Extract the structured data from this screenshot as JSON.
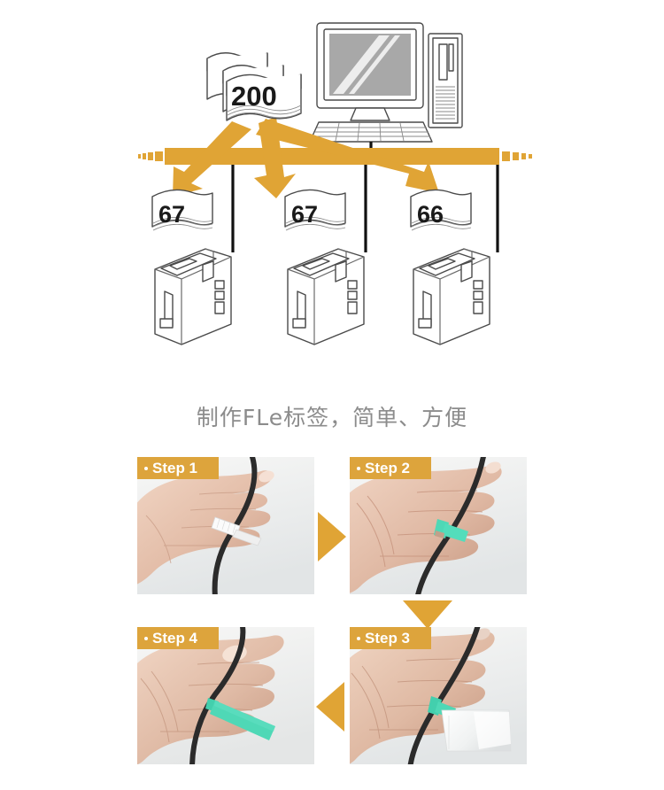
{
  "diagram": {
    "name": "print-job-distribution-diagram",
    "source_stack_label": "200",
    "printer_stacks": [
      "67",
      "67",
      "66"
    ],
    "computer_icon": "desktop-computer-icon",
    "bus_color": "#e0a435",
    "line_color": "#1a1a1a",
    "outline_color": "#4a4a4a",
    "screen_color": "#a8a8a8",
    "arrow_count": 3,
    "printer_count": 3
  },
  "caption": {
    "text": "制作FLe标签，简单、方便",
    "color": "#8c8c8c"
  },
  "steps": {
    "badge_color": "#dda43c",
    "label_color": "#ffffff",
    "tag_teal": "#4fd8b6",
    "tag_white": "#f2f2f2",
    "cable_color": "#2b2b2b",
    "items": [
      {
        "id": "step-1",
        "label": "Step 1",
        "tag_state": "white-flag-wrapped"
      },
      {
        "id": "step-2",
        "label": "Step 2",
        "tag_state": "teal-flag-wrapped"
      },
      {
        "id": "step-3",
        "label": "Step 3",
        "tag_state": "teal-with-white-backing"
      },
      {
        "id": "step-4",
        "label": "Step 4",
        "tag_state": "teal-finished-flag"
      }
    ],
    "arrows": [
      {
        "id": "arrow-right",
        "direction": "right"
      },
      {
        "id": "arrow-down",
        "direction": "down"
      },
      {
        "id": "arrow-left",
        "direction": "left"
      }
    ]
  }
}
